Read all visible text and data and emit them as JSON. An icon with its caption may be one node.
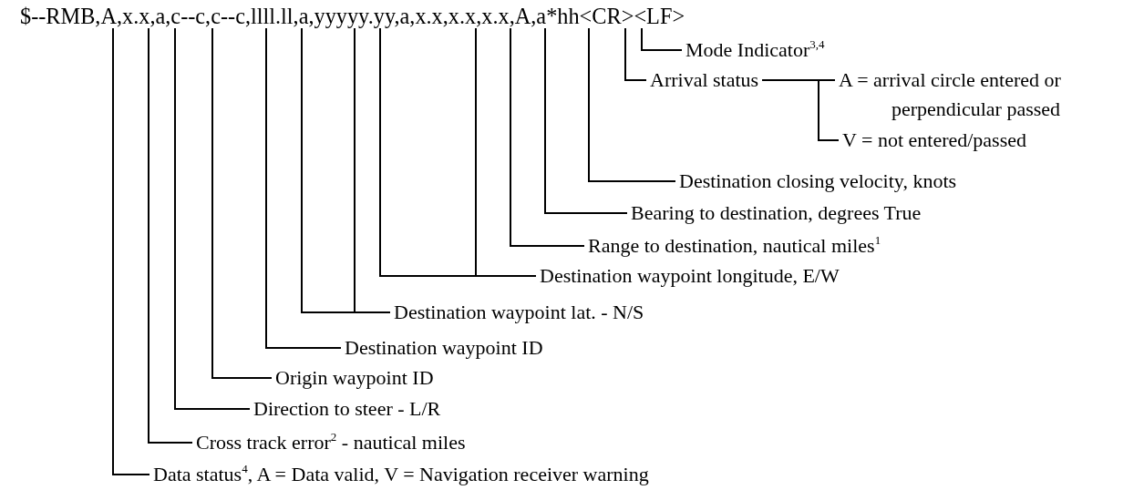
{
  "diagram": {
    "nodes": [
      {
        "text": [
          "$--RMB,A,x.x,a,c--c,c--c,llll.ll,a,yyyyy.yy,a,x.x,x.x,x.x,A,a*hh<CR><LF>"
        ]
      },
      {
        "text": [
          "Mode Indicator$^{3,4}$"
        ]
      },
      {
        "text": [
          "Arrival status"
        ]
      },
      {
        "text": [
          "A = arrival circle entered or perpendicular passed"
        ]
      },
      {
        "text": [
          "V = not entered/passed"
        ]
      },
      {
        "text": [
          "Destination closing velocity, knots"
        ]
      },
      {
        "text": [
          "Bearing to destination, degrees True"
        ]
      },
      {
        "text": [
          "Range to destination, nautical miles$^{1}$"
        ]
      },
      {
        "text": [
          "Destination waypoint longitude, E/W"
        ]
      },
      {
        "text": [
          "Destination waypoint lat. - N/S"
        ]
      },
      {
        "text": [
          "Destination waypoint ID"
        ]
      },
      {
        "text": [
          "Origin waypoint ID"
        ]
      },
      {
        "text": [
          "Direction to steer - L/R"
        ]
      },
      {
        "text": [
          "Cross track error$^{2}$ - nautical miles"
        ]
      },
      {
        "text": [
          "Data status$^{4}$, A = Data valid, V = Navigation receiver warning"
        ]
      }
    ],
    "edges": [
      {
        "from": 1,
        "to": 0,
        "arrow": "none"
      },
      {
        "from": 2,
        "to": 0,
        "arrow": "none"
      },
      {
        "from": 2,
        "to": 3,
        "arrow": "none"
      },
      {
        "from": 2,
        "to": 4,
        "arrow": "none"
      },
      {
        "from": 5,
        "to": 0,
        "arrow": "none"
      },
      {
        "from": 6,
        "to": 0,
        "arrow": "none"
      },
      {
        "from": 7,
        "to": 0,
        "arrow": "none"
      },
      {
        "from": 8,
        "to": 0,
        "arrow": "none"
      },
      {
        "from": 8,
        "to": 0,
        "arrow": "none"
      },
      {
        "from": 9,
        "to": 0,
        "arrow": "none"
      },
      {
        "from": 9,
        "to": 0,
        "arrow": "none"
      },
      {
        "from": 10,
        "to": 0,
        "arrow": "none"
      },
      {
        "from": 11,
        "to": 0,
        "arrow": "none"
      },
      {
        "from": 12,
        "to": 0,
        "arrow": "none"
      },
      {
        "from": 13,
        "to": 0,
        "arrow": "none"
      },
      {
        "from": 14,
        "to": 0,
        "arrow": "none"
      }
    ]
  }
}
